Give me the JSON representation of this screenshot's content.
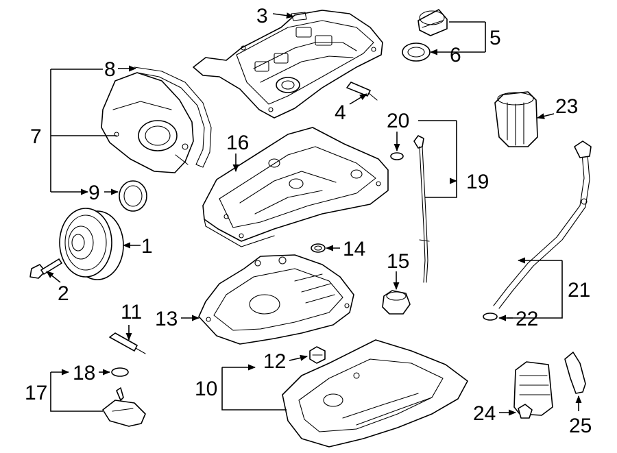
{
  "callouts": {
    "c1": "1",
    "c2": "2",
    "c3": "3",
    "c4": "4",
    "c5": "5",
    "c6": "6",
    "c7": "7",
    "c8": "8",
    "c9": "9",
    "c10": "10",
    "c11": "11",
    "c12": "12",
    "c13": "13",
    "c14": "14",
    "c15": "15",
    "c16": "16",
    "c17": "17",
    "c18": "18",
    "c19": "19",
    "c20": "20",
    "c21": "21",
    "c22": "22",
    "c23": "23",
    "c24": "24",
    "c25": "25"
  },
  "colors": {
    "line": "#000000",
    "background": "#ffffff"
  }
}
